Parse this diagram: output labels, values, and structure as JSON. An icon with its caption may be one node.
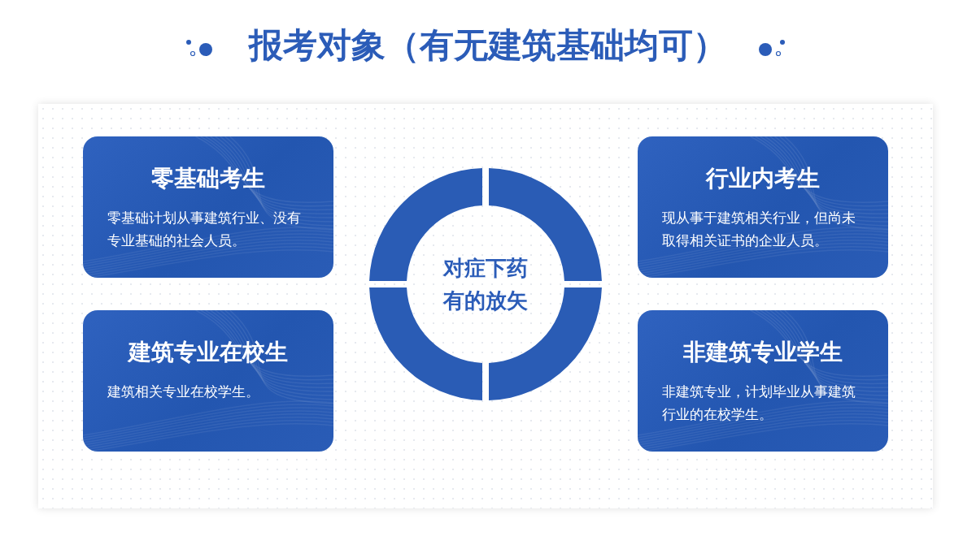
{
  "diagram": {
    "title": "报考对象（有无建筑基础均可）",
    "nodes": [
      {
        "text": [
          "零基础考生",
          "零基础计划从事建筑行业、没有专业基础的社会人员。"
        ]
      },
      {
        "text": [
          "对症下药有的放矢"
        ]
      },
      {
        "text": [
          "行业内考生",
          "现从事于建筑相关行业，但尚未取得相关证书的企业人员。"
        ]
      },
      {
        "text": [
          "建筑专业在校生",
          "建筑相关专业在校学生。"
        ]
      },
      {
        "text": [
          "非建筑专业学生",
          "非建筑专业，计划毕业从事建筑行业的在校学生。"
        ]
      }
    ]
  }
}
